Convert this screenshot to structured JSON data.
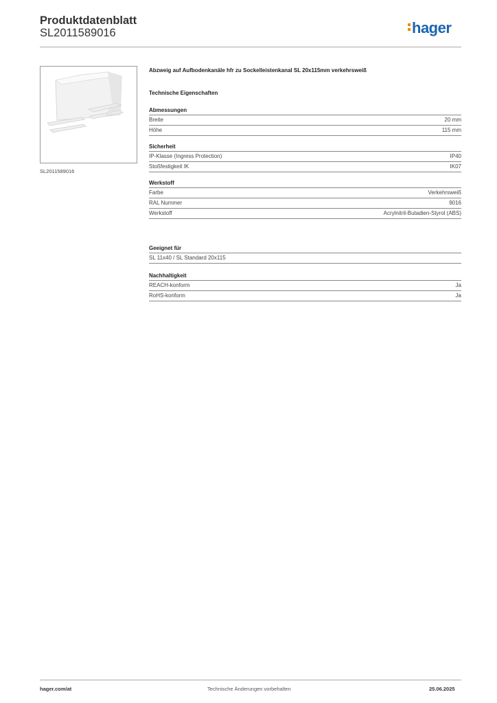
{
  "header": {
    "title": "Produktdatenblatt",
    "code": "SL2011589016",
    "logo": "hager",
    "logo_color": "#1a65b0",
    "logo_accent": "#f08a00"
  },
  "image": {
    "caption": "SL2011589016"
  },
  "product": {
    "title": "Abzweig auf Aufbodenkanäle hfr zu Sockelleistenkanal SL 20x115mm verkehrsweiß",
    "section_title": "Technische Eigenschaften"
  },
  "sections": {
    "abmessungen": {
      "title": "Abmessungen",
      "rows": [
        {
          "label": "Breite",
          "value": "20 mm"
        },
        {
          "label": "Höhe",
          "value": "115 mm"
        }
      ]
    },
    "sicherheit": {
      "title": "Sicherheit",
      "rows": [
        {
          "label": "IP-Klasse (Ingress Protection)",
          "value": "IP40"
        },
        {
          "label": "Stoßfestigkeit IK",
          "value": "IK07"
        }
      ]
    },
    "werkstoff": {
      "title": "Werkstoff",
      "rows": [
        {
          "label": "Farbe",
          "value": "Verkehrsweiß"
        },
        {
          "label": "RAL Nummer",
          "value": "9016"
        },
        {
          "label": "Werkstoff",
          "value": "Acrylnitril-Butadien-Styrol (ABS)"
        }
      ]
    },
    "geeignet": {
      "title": "Geeignet für",
      "rows": [
        {
          "label": "SL 11x40 / SL Standard 20x115",
          "value": ""
        }
      ]
    },
    "nachhaltigkeit": {
      "title": "Nachhaltigkeit",
      "rows": [
        {
          "label": "REACH-konform",
          "value": "Ja"
        },
        {
          "label": "RoHS-konform",
          "value": "Ja"
        }
      ]
    }
  },
  "footer": {
    "website": "hager.com/at",
    "note": "Technische Änderungen vorbehalten",
    "date": "25.06.2025"
  }
}
